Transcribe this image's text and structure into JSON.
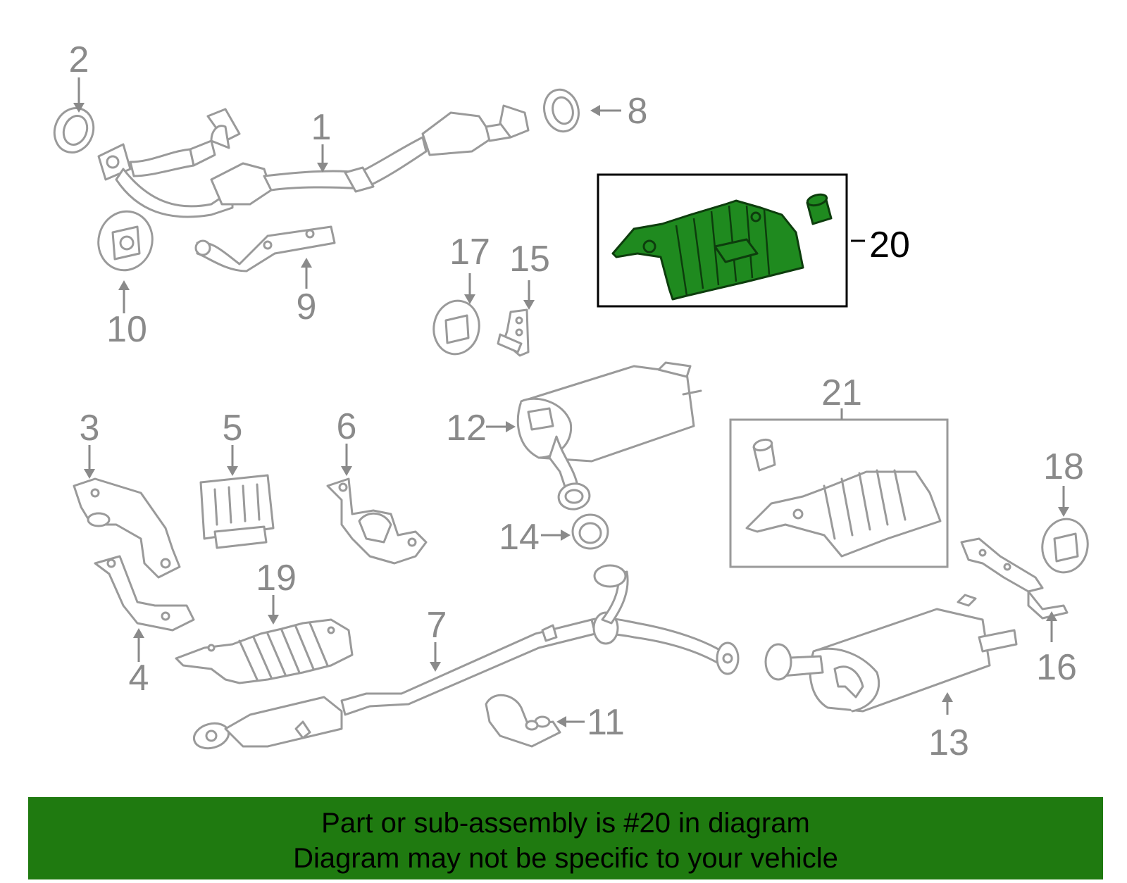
{
  "diagram": {
    "callouts": [
      "1",
      "2",
      "3",
      "4",
      "5",
      "6",
      "7",
      "8",
      "9",
      "10",
      "11",
      "12",
      "13",
      "14",
      "15",
      "16",
      "17",
      "18",
      "19",
      "20",
      "21"
    ],
    "highlighted_callout": "20",
    "colors": {
      "highlight_part": "#1f8a1f",
      "highlight_outline": "#0d3d0d",
      "part_outline": "#9a9a9a",
      "callout_text": "#8a8a8a",
      "banner_background": "#1f7a10"
    }
  },
  "banner": {
    "line1": "Part or sub-assembly is #20 in diagram",
    "line2": "Diagram may not be specific to your vehicle"
  }
}
